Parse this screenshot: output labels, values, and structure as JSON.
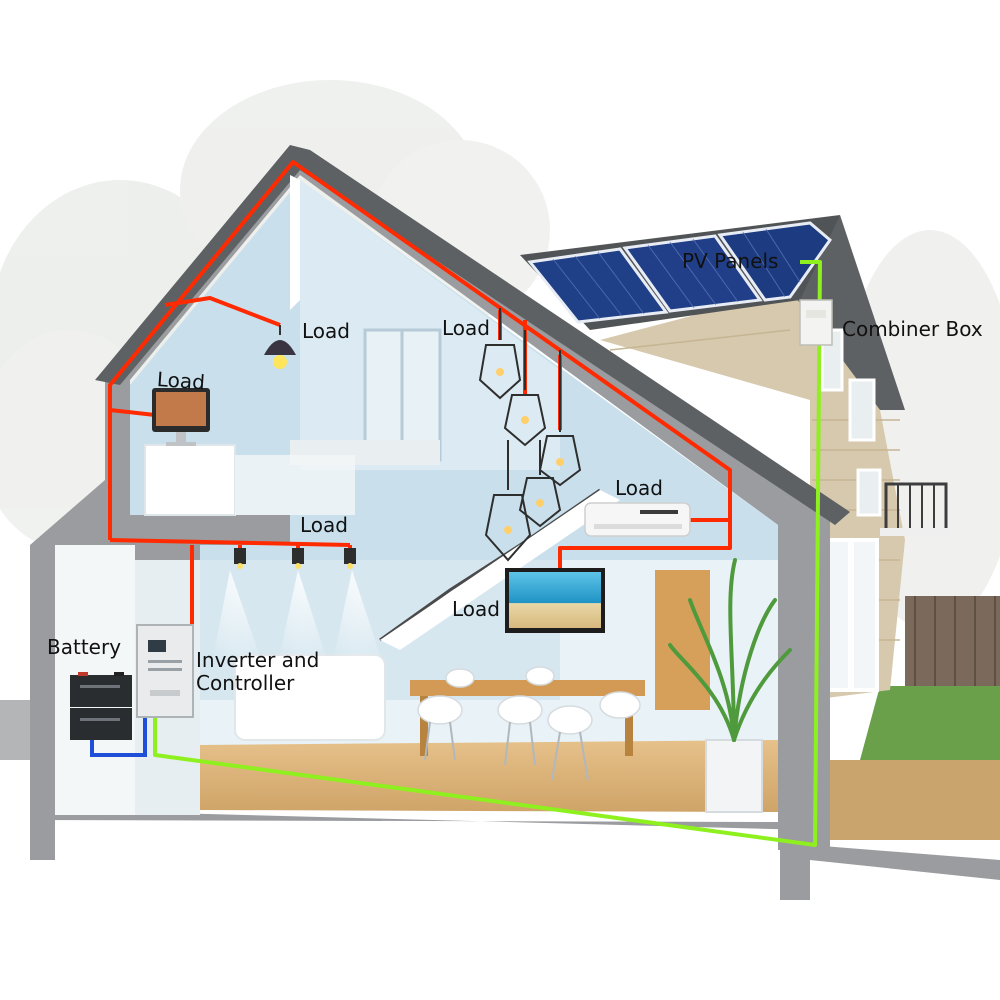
{
  "labels": {
    "pv_panels": "PV Panels",
    "combiner_box": "Combiner Box",
    "load_ceiling_lamp": "Load",
    "load_monitor": "Load",
    "load_pendant_lamps": "Load",
    "load_air_conditioner": "Load",
    "load_spotlights": "Load",
    "load_tv": "Load",
    "battery": "Battery",
    "inverter_controller": "Inverter and Controller"
  },
  "colors": {
    "ac_wiring": "#ff2a00",
    "pv_dc_wiring": "#8ef01e",
    "battery_wiring": "#1f4fd8",
    "roof": "#5e6163",
    "wall_section": "#9a9c9f",
    "interior": "#c9e0ec",
    "stone_facade": "#d8cbb0",
    "solar_panel": "#1f3f86",
    "floor": "#d9b27a"
  }
}
